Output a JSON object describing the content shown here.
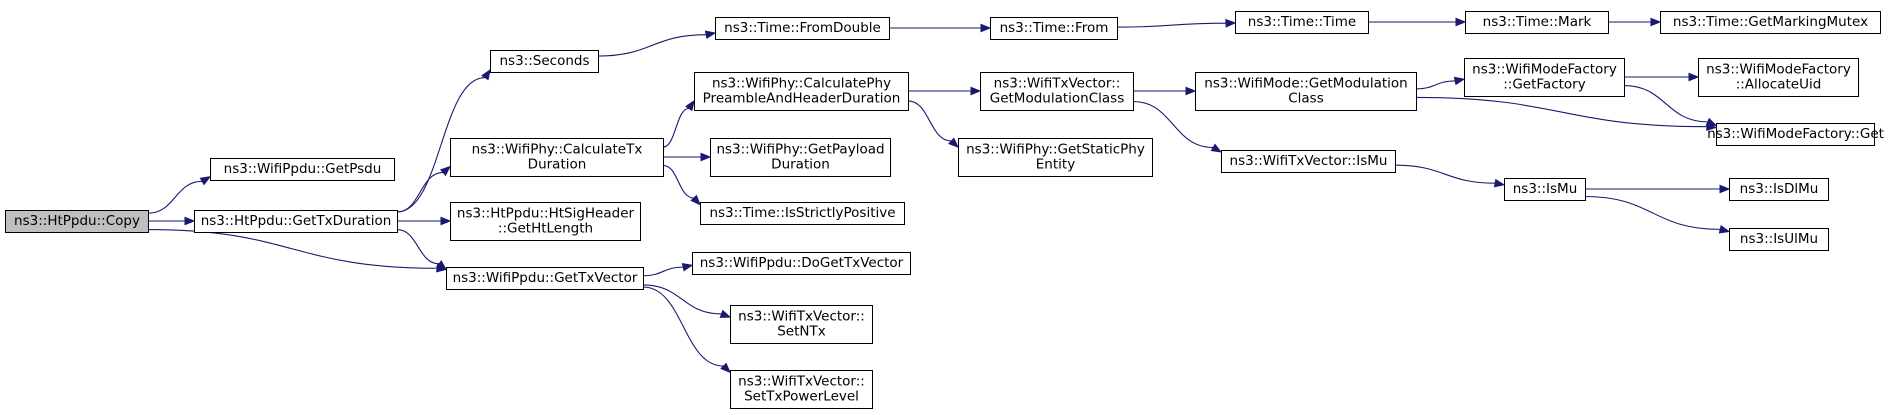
{
  "nodes": {
    "htppdu_copy": [
      "ns3::HtPpdu::Copy"
    ],
    "get_psdu": [
      "ns3::WifiPpdu::GetPsdu"
    ],
    "get_tx_duration": [
      "ns3::HtPpdu::GetTxDuration"
    ],
    "get_tx_vector": [
      "ns3::WifiPpdu::GetTxVector"
    ],
    "seconds": [
      "ns3::Seconds"
    ],
    "calc_tx_duration": [
      "ns3::WifiPhy::CalculateTx",
      "Duration"
    ],
    "ht_sig_len": [
      "ns3::HtPpdu::HtSigHeader",
      "::GetHtLength"
    ],
    "from_double": [
      "ns3::Time::FromDouble"
    ],
    "calc_preamble": [
      "ns3::WifiPhy::CalculatePhy",
      "PreambleAndHeaderDuration"
    ],
    "payload_duration": [
      "ns3::WifiPhy::GetPayload",
      "Duration"
    ],
    "strictly_positive": [
      "ns3::Time::IsStrictlyPositive"
    ],
    "do_get_tx_vector": [
      "ns3::WifiPpdu::DoGetTxVector"
    ],
    "set_ntx": [
      "ns3::WifiTxVector::",
      "SetNTx"
    ],
    "set_tx_power": [
      "ns3::WifiTxVector::",
      "SetTxPowerLevel"
    ],
    "time_from": [
      "ns3::Time::From"
    ],
    "mod_class": [
      "ns3::WifiTxVector::",
      "GetModulationClass"
    ],
    "static_phy_entity": [
      "ns3::WifiPhy::GetStaticPhy",
      "Entity"
    ],
    "time_time": [
      "ns3::Time::Time"
    ],
    "mode_mod_class": [
      "ns3::WifiMode::GetModulation",
      "Class"
    ],
    "txv_is_mu": [
      "ns3::WifiTxVector::IsMu"
    ],
    "time_mark": [
      "ns3::Time::Mark"
    ],
    "factory_get_factory": [
      "ns3::WifiModeFactory",
      "::GetFactory"
    ],
    "is_mu": [
      "ns3::IsMu"
    ],
    "marking_mutex": [
      "ns3::Time::GetMarkingMutex"
    ],
    "allocate_uid": [
      "ns3::WifiModeFactory",
      "::AllocateUid"
    ],
    "factory_get": [
      "ns3::WifiModeFactory::Get"
    ],
    "is_dl_mu": [
      "ns3::IsDlMu"
    ],
    "is_ul_mu": [
      "ns3::IsUlMu"
    ]
  },
  "edges": [
    [
      "htppdu_copy",
      "get_psdu"
    ],
    [
      "htppdu_copy",
      "get_tx_duration"
    ],
    [
      "htppdu_copy",
      "get_tx_vector"
    ],
    [
      "get_tx_duration",
      "seconds"
    ],
    [
      "get_tx_duration",
      "calc_tx_duration"
    ],
    [
      "get_tx_duration",
      "ht_sig_len"
    ],
    [
      "get_tx_duration",
      "get_tx_vector"
    ],
    [
      "seconds",
      "from_double"
    ],
    [
      "from_double",
      "time_from"
    ],
    [
      "time_from",
      "time_time"
    ],
    [
      "time_time",
      "time_mark"
    ],
    [
      "time_mark",
      "marking_mutex"
    ],
    [
      "calc_tx_duration",
      "calc_preamble"
    ],
    [
      "calc_tx_duration",
      "payload_duration"
    ],
    [
      "calc_tx_duration",
      "strictly_positive"
    ],
    [
      "calc_preamble",
      "mod_class"
    ],
    [
      "calc_preamble",
      "static_phy_entity"
    ],
    [
      "mod_class",
      "mode_mod_class"
    ],
    [
      "mod_class",
      "txv_is_mu"
    ],
    [
      "mode_mod_class",
      "factory_get_factory"
    ],
    [
      "mode_mod_class",
      "factory_get"
    ],
    [
      "factory_get_factory",
      "allocate_uid"
    ],
    [
      "factory_get_factory",
      "factory_get"
    ],
    [
      "txv_is_mu",
      "is_mu"
    ],
    [
      "is_mu",
      "is_dl_mu"
    ],
    [
      "is_mu",
      "is_ul_mu"
    ],
    [
      "get_tx_vector",
      "do_get_tx_vector"
    ],
    [
      "get_tx_vector",
      "set_ntx"
    ],
    [
      "get_tx_vector",
      "set_tx_power"
    ]
  ],
  "colors": {
    "edge": "#191970",
    "root_fill": "#bfbfbf",
    "node_fill": "#ffffff",
    "node_stroke": "#000000"
  }
}
